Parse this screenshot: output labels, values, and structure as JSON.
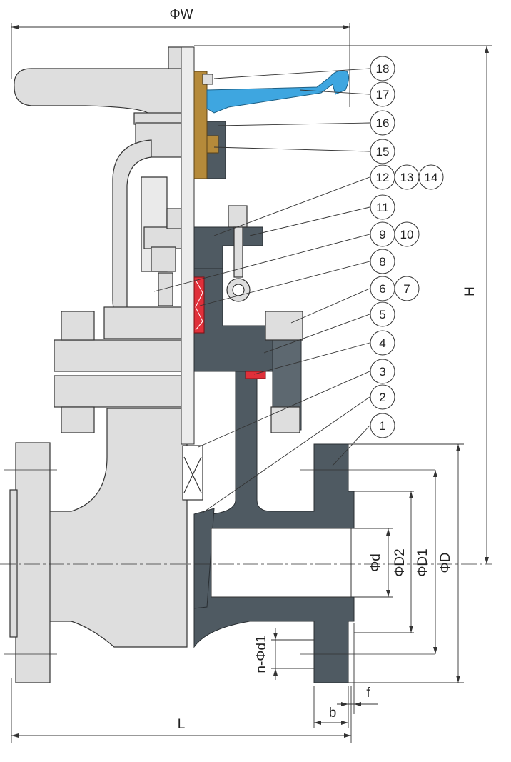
{
  "dimensions": {
    "overall_width": "ΦW",
    "height": "H",
    "length": "L",
    "bore": "Φd",
    "raised_face_dia": "ΦD2",
    "bolt_circle_dia": "ΦD1",
    "flange_dia": "ΦD",
    "bolt_holes": "n-Φd1",
    "flange_thickness": "b",
    "raised_face_height": "f"
  },
  "callouts": [
    "18",
    "17",
    "16",
    "15",
    "12",
    "13",
    "14",
    "11",
    "9",
    "10",
    "8",
    "6",
    "7",
    "5",
    "4",
    "3",
    "2",
    "1"
  ],
  "colors": {
    "section": "#4f5a62",
    "exterior": "#dedede",
    "yoke_nut": "#b58a3a",
    "handle": "#3ea6e0",
    "seal": "#e0303a",
    "outline": "#333333"
  }
}
